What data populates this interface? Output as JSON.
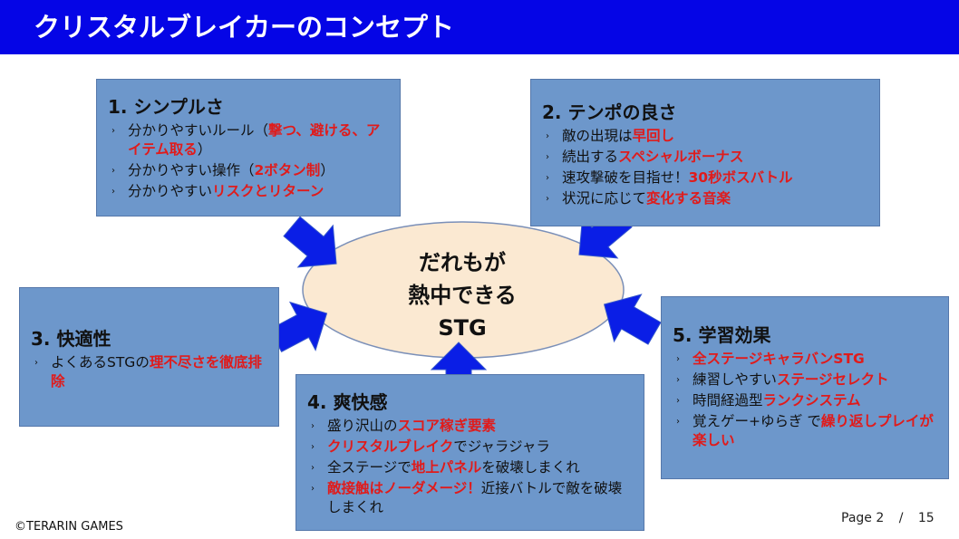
{
  "title": "クリスタルブレイカーのコンセプト",
  "center": {
    "lines": [
      "だれもが",
      "熱中できる",
      "STG"
    ]
  },
  "boxes": [
    {
      "title": "1. シンプルさ",
      "items": [
        {
          "parts": [
            {
              "t": "分かりやすいルール（"
            },
            {
              "t": "撃つ、避ける、アイテム取る",
              "hl": true
            },
            {
              "t": "）"
            }
          ]
        },
        {
          "parts": [
            {
              "t": "分かりやすい操作（"
            },
            {
              "t": "2ボタン制",
              "hl": true
            },
            {
              "t": "）"
            }
          ]
        },
        {
          "parts": [
            {
              "t": "分かりやすい"
            },
            {
              "t": "リスクとリターン",
              "hl": true
            }
          ]
        }
      ]
    },
    {
      "title": "2. テンポの良さ",
      "items": [
        {
          "parts": [
            {
              "t": "敵の出現は"
            },
            {
              "t": "早回し",
              "hl": true
            }
          ]
        },
        {
          "parts": [
            {
              "t": "続出する"
            },
            {
              "t": "スペシャルボーナス",
              "hl": true
            }
          ]
        },
        {
          "parts": [
            {
              "t": "速攻撃破を目指せ！"
            },
            {
              "t": "30秒ボスバトル",
              "hl": true
            }
          ]
        },
        {
          "parts": [
            {
              "t": "状況に応じて"
            },
            {
              "t": "変化する音楽",
              "hl": true
            }
          ]
        }
      ]
    },
    {
      "title": "3. 快適性",
      "items": [
        {
          "parts": [
            {
              "t": "よくあるSTGの"
            },
            {
              "t": "理不尽さを徹底排除",
              "hl": true
            }
          ]
        }
      ]
    },
    {
      "title": "4. 爽快感",
      "items": [
        {
          "parts": [
            {
              "t": "盛り沢山の"
            },
            {
              "t": "スコア稼ぎ要素",
              "hl": true
            }
          ]
        },
        {
          "parts": [
            {
              "t": "クリスタルブレイク",
              "hl": true
            },
            {
              "t": "でジャラジャラ"
            }
          ]
        },
        {
          "parts": [
            {
              "t": "全ステージで"
            },
            {
              "t": "地上パネル",
              "hl": true
            },
            {
              "t": "を破壊しまくれ"
            }
          ]
        },
        {
          "parts": [
            {
              "t": "敵接触はノーダメージ！",
              "hl": true
            },
            {
              "t": "近接バトルで敵を破壊しまくれ"
            }
          ]
        }
      ]
    },
    {
      "title": "5. 学習効果",
      "items": [
        {
          "parts": [
            {
              "t": "全ステージキャラバンSTG",
              "hl": true
            }
          ]
        },
        {
          "parts": [
            {
              "t": "練習しやすい"
            },
            {
              "t": "ステージセレクト",
              "hl": true
            }
          ]
        },
        {
          "parts": [
            {
              "t": "時間経過型"
            },
            {
              "t": "ランクシステム",
              "hl": true
            }
          ]
        },
        {
          "parts": [
            {
              "t": "覚えゲー+ゆらぎ で"
            },
            {
              "t": "繰り返しプレイが楽しい",
              "hl": true
            }
          ]
        }
      ]
    }
  ],
  "footer": {
    "copyright": "©TERARIN GAMES",
    "page_label": "Page 2",
    "separator": "/",
    "total": "15"
  },
  "colors": {
    "title_bar": "#0505e6",
    "box_fill": "#6d97cb",
    "arrow": "#0a1ee6",
    "ellipse_fill": "#fbe9d2",
    "highlight": "#e01b1b"
  },
  "icons": {
    "bullet": "›"
  }
}
